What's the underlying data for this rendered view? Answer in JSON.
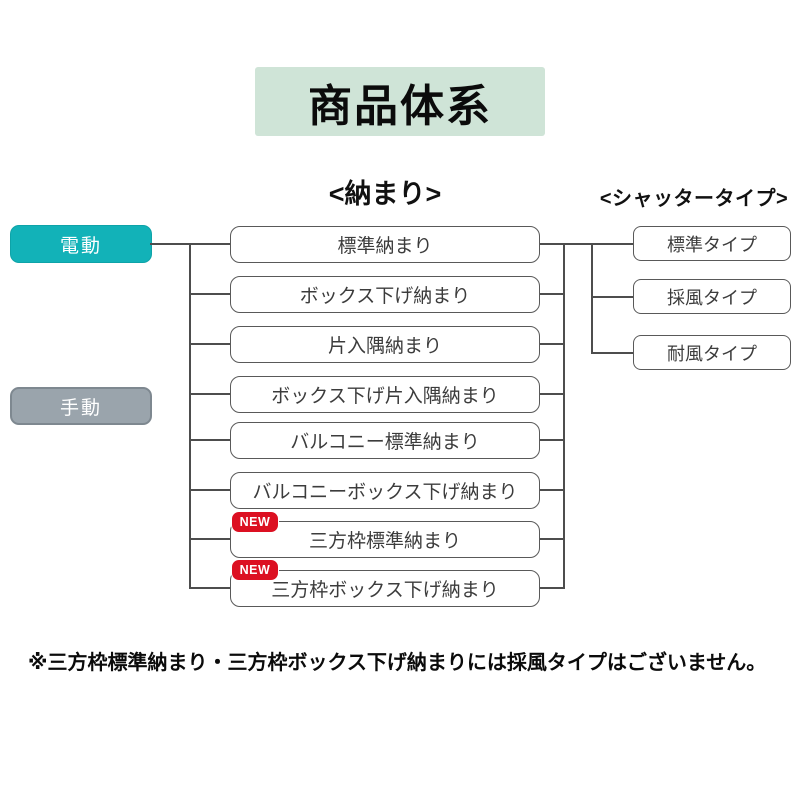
{
  "diagram": {
    "title": "商品体系",
    "headers": {
      "osamari": "<納まり>",
      "shutter_type": "<シャッタータイプ>"
    },
    "drive_buttons": [
      {
        "label": "電動"
      },
      {
        "label": "手動"
      }
    ],
    "new_badge_label": "NEW",
    "osamari_nodes": [
      {
        "label": "標準納まり",
        "new": false
      },
      {
        "label": "ボックス下げ納まり",
        "new": false
      },
      {
        "label": "片入隅納まり",
        "new": false
      },
      {
        "label": "ボックス下げ片入隅納まり",
        "new": false
      },
      {
        "label": "バルコニー標準納まり",
        "new": false
      },
      {
        "label": "バルコニーボックス下げ納まり",
        "new": false
      },
      {
        "label": "三方枠標準納まり",
        "new": true
      },
      {
        "label": "三方枠ボックス下げ納まり",
        "new": true
      }
    ],
    "type_nodes": [
      {
        "label": "標準タイプ"
      },
      {
        "label": "採風タイプ"
      },
      {
        "label": "耐風タイプ"
      }
    ],
    "footnote": "※三方枠標準納まり・三方枠ボックス下げ納まりには採風タイプはございません。"
  },
  "colors": {
    "accent_teal": "#12b2b8",
    "manual_gray": "#9aa4ac",
    "title_bg": "#cfe4d7",
    "badge_red": "#dc1022",
    "line": "#4d4d4d"
  }
}
